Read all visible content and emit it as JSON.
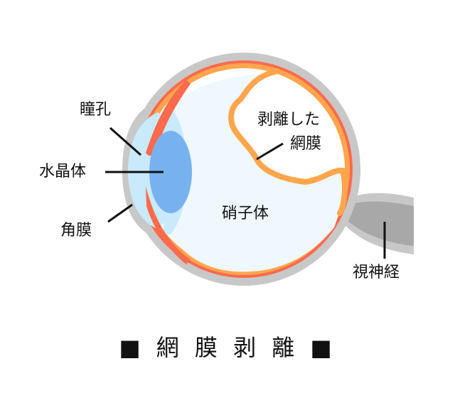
{
  "title": "■ 網 膜 剥 離 ■",
  "labels": {
    "pupil": "瞳孔",
    "lens": "水晶体",
    "cornea": "角膜",
    "detached_retina_line1": "剥離した",
    "detached_retina_line2": "網膜",
    "vitreous": "硝子体",
    "optic_nerve": "視神経"
  },
  "colors": {
    "sclera": "#c8c8c8",
    "choroid": "#ff6a4d",
    "retina": "#ffa64d",
    "vitreous": "#eef8fd",
    "cornea": "#c9eafa",
    "lens": "#78b2ee",
    "nerve": "#a8a8a8"
  }
}
